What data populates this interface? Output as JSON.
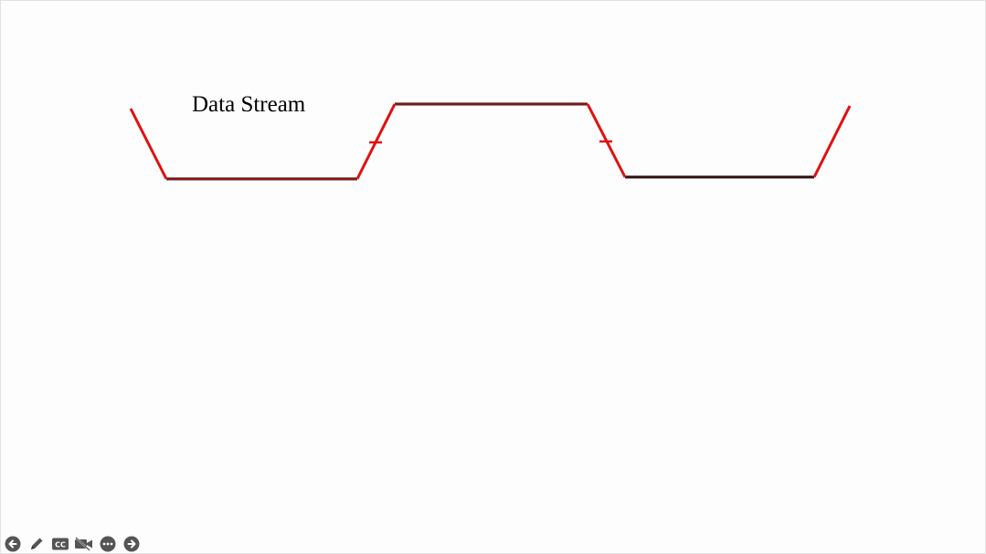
{
  "slide": {
    "title": "Data Stream"
  },
  "diagram": {
    "type": "signal-waveform",
    "segment_colors": {
      "transition": "#e01010",
      "level": "#2a1010"
    },
    "levels": [
      "low",
      "high",
      "low"
    ]
  },
  "toolbar": {
    "items": [
      {
        "name": "previous-slide-button",
        "icon": "arrow-left-icon"
      },
      {
        "name": "pen-tool-button",
        "icon": "pencil-icon"
      },
      {
        "name": "captions-button",
        "icon": "closed-captions-icon"
      },
      {
        "name": "camera-button",
        "icon": "video-off-icon"
      },
      {
        "name": "more-options-button",
        "icon": "ellipsis-icon"
      },
      {
        "name": "next-slide-button",
        "icon": "arrow-right-icon"
      }
    ]
  }
}
